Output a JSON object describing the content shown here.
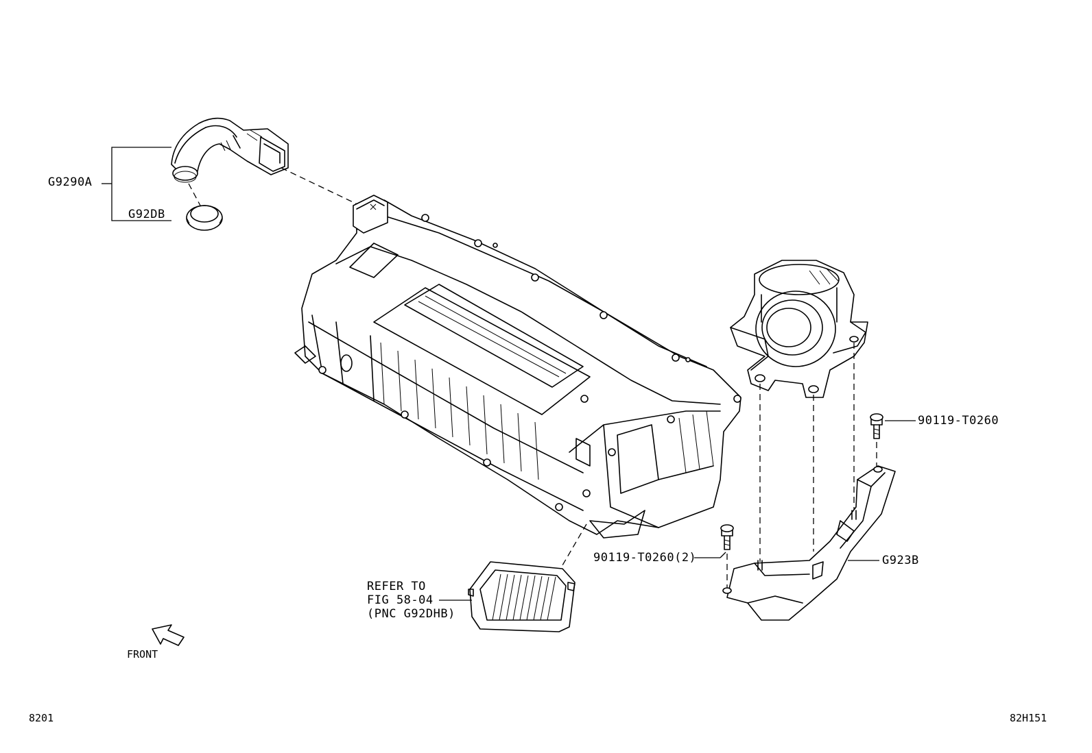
{
  "labels": {
    "hose_assembly": "G9290A",
    "gasket": "G92DB",
    "bolt_single": "90119-T0260",
    "bolt_double": "90119-T0260(2)",
    "bracket": "G923B",
    "refer_line1": "REFER TO",
    "refer_line2": "FIG 58-04",
    "refer_line3": "(PNC G92DHB)",
    "front": "FRONT",
    "page_code_left": "8201",
    "page_code_right": "82H151"
  },
  "icons": [
    "front-arrow-icon"
  ]
}
